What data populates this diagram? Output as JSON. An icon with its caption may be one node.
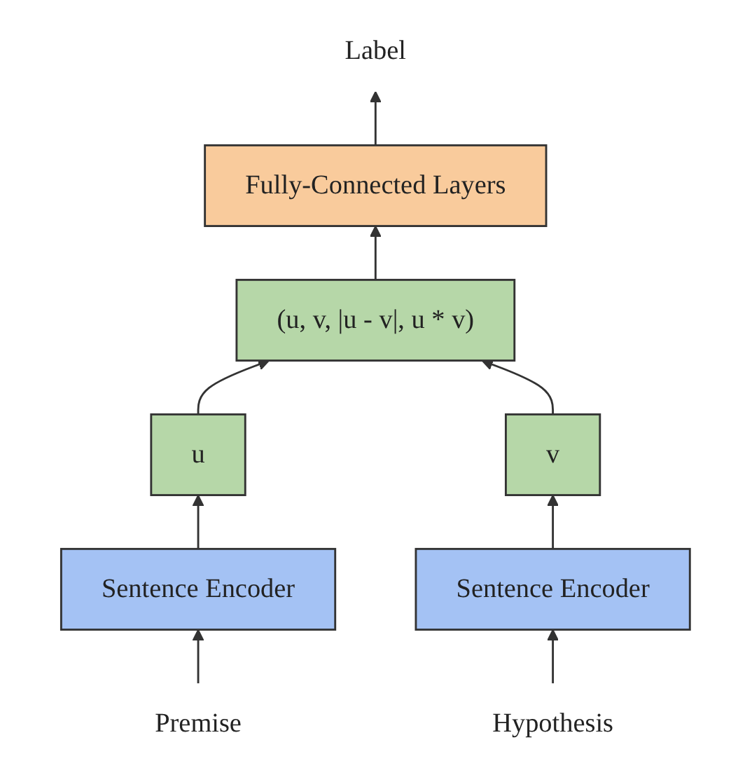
{
  "diagram": {
    "nodes": [
      {
        "text": [
          "Label"
        ]
      },
      {
        "text": [
          "Fully-Connected Layers"
        ]
      },
      {
        "text": [
          "(u, v, |u - v|, u * v)"
        ]
      },
      {
        "text": [
          "u"
        ]
      },
      {
        "text": [
          "v"
        ]
      },
      {
        "text": [
          "Sentence Encoder"
        ]
      },
      {
        "text": [
          "Sentence Encoder"
        ]
      },
      {
        "text": [
          "Premise"
        ]
      },
      {
        "text": [
          "Hypothesis"
        ]
      }
    ],
    "edges": [
      {
        "from": 7,
        "to": 5,
        "arrow": "to"
      },
      {
        "from": 8,
        "to": 6,
        "arrow": "to"
      },
      {
        "from": 5,
        "to": 3,
        "arrow": "to"
      },
      {
        "from": 6,
        "to": 4,
        "arrow": "to"
      },
      {
        "from": 3,
        "to": 2,
        "arrow": "to"
      },
      {
        "from": 4,
        "to": 2,
        "arrow": "to"
      },
      {
        "from": 2,
        "to": 1,
        "arrow": "to"
      },
      {
        "from": 1,
        "to": 0,
        "arrow": "to"
      }
    ]
  }
}
